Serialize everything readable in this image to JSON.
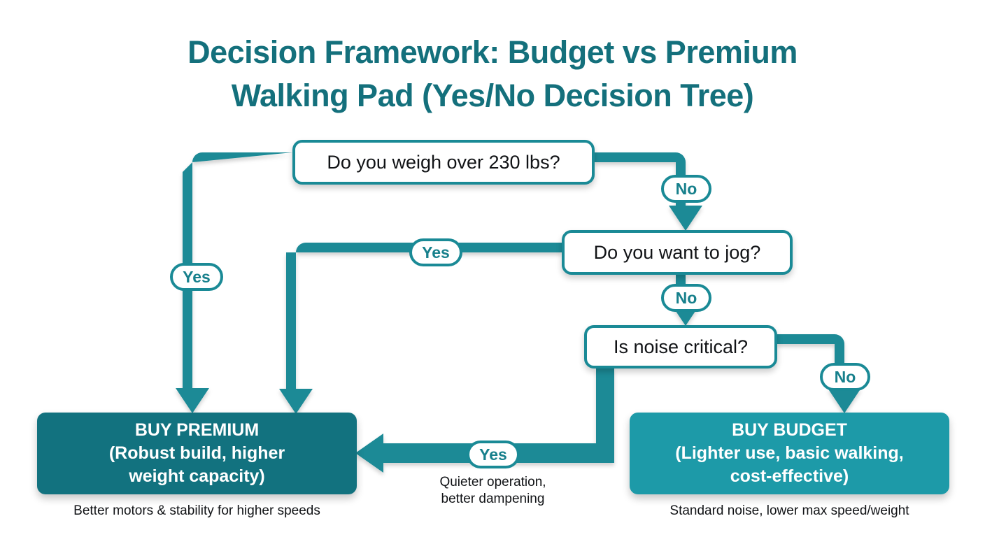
{
  "title": {
    "line1": "Decision Framework: Budget vs Premium",
    "line2": "Walking Pad (Yes/No Decision Tree)"
  },
  "colors": {
    "title": "#14707c",
    "connector": "#1a8a96",
    "box_border": "#1a8a96",
    "premium_fill": "#12727f",
    "budget_fill": "#1d9aa8",
    "pill_text": "#17808c",
    "background": "#ffffff",
    "text": "#111316"
  },
  "chart_data": {
    "type": "diagram",
    "diagram_type": "decision-tree",
    "title": "Decision Framework: Budget vs Premium Walking Pad (Yes/No Decision Tree)",
    "nodes": [
      {
        "id": "weight",
        "kind": "decision",
        "label": "Do you weigh over 230 lbs?"
      },
      {
        "id": "jog",
        "kind": "decision",
        "label": "Do you want to jog?"
      },
      {
        "id": "noise",
        "kind": "decision",
        "label": "Is noise critical?"
      },
      {
        "id": "premium",
        "kind": "terminal",
        "label": "BUY PREMIUM (Robust build, higher weight capacity)",
        "caption": "Better motors & stability for higher speeds"
      },
      {
        "id": "budget",
        "kind": "terminal",
        "label": "BUY BUDGET (Lighter use, basic walking, cost-effective)",
        "caption": "Standard noise, lower max speed/weight"
      }
    ],
    "edges": [
      {
        "from": "weight",
        "to": "premium",
        "label": "Yes"
      },
      {
        "from": "weight",
        "to": "jog",
        "label": "No"
      },
      {
        "from": "jog",
        "to": "premium",
        "label": "Yes"
      },
      {
        "from": "jog",
        "to": "noise",
        "label": "No"
      },
      {
        "from": "noise",
        "to": "premium",
        "label": "Yes",
        "note": "Quieter operation, better dampening"
      },
      {
        "from": "noise",
        "to": "budget",
        "label": "No"
      }
    ]
  },
  "boxes": {
    "weight": "Do you weigh over 230 lbs?",
    "jog": "Do you want to jog?",
    "noise": "Is noise critical?",
    "premium": {
      "line1": "BUY PREMIUM",
      "line2": "(Robust build, higher",
      "line3": "weight capacity)"
    },
    "budget": {
      "line1": "BUY BUDGET",
      "line2": "(Lighter use, basic walking,",
      "line3": "cost-effective)"
    }
  },
  "captions": {
    "premium": "Better motors & stability for higher speeds",
    "budget": "Standard noise, lower max speed/weight",
    "middle_line1": "Quieter operation,",
    "middle_line2": "better dampening"
  },
  "labels": {
    "yes_weight": "Yes",
    "no_weight": "No",
    "yes_jog": "Yes",
    "no_jog": "No",
    "no_noise": "No",
    "yes_noise": "Yes"
  }
}
